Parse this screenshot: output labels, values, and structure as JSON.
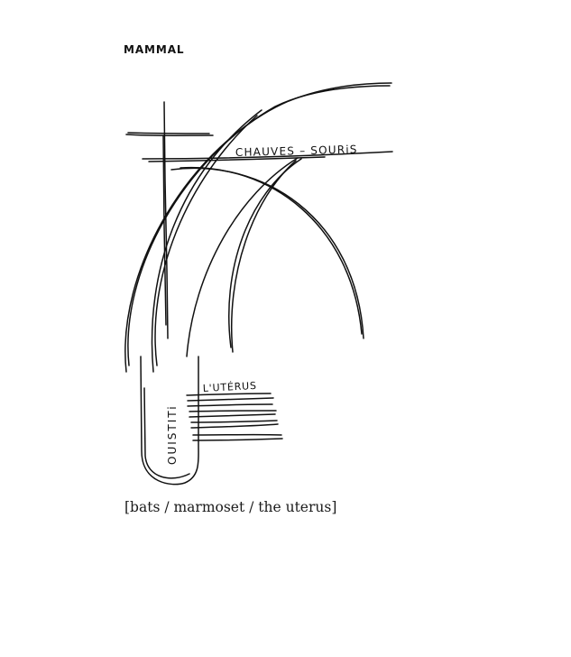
{
  "heading": "MAMMAL",
  "drawing": {
    "label_bats": "CHAUVES – SOURiS",
    "label_uterus": "L'UTÉRUS",
    "label_marmoset": "OUISTITi"
  },
  "caption": "[bats / marmoset / the uterus]"
}
